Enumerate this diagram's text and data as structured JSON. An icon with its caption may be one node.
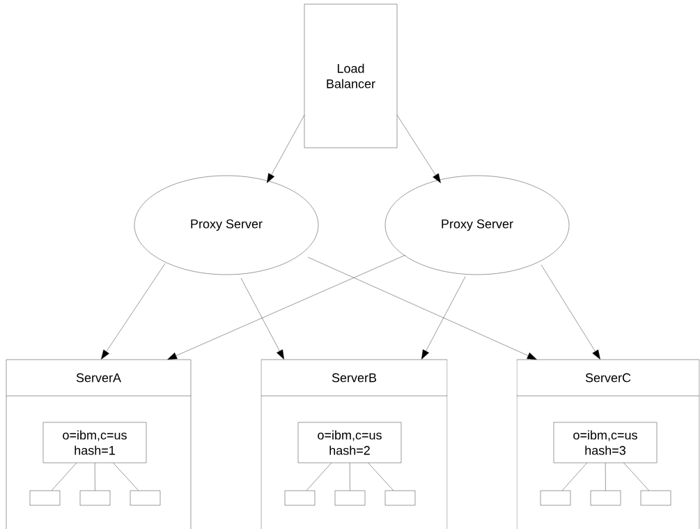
{
  "diagram": {
    "nodes": [
      {
        "text": [
          "Load Balancer"
        ]
      },
      {
        "text": [
          "Proxy Server"
        ]
      },
      {
        "text": [
          "Proxy Server"
        ]
      },
      {
        "text": [
          "ServerA"
        ]
      },
      {
        "text": [
          "o=ibm,c=us hash=1"
        ],
        "in": 3
      },
      {
        "text": [],
        "shape": "box",
        "in": 3
      },
      {
        "text": [],
        "shape": "box",
        "in": 3
      },
      {
        "text": [],
        "shape": "box",
        "in": 3
      },
      {
        "text": [
          "ServerB"
        ]
      },
      {
        "text": [
          "o=ibm,c=us hash=2"
        ],
        "in": 8
      },
      {
        "text": [],
        "shape": "box",
        "in": 8
      },
      {
        "text": [],
        "shape": "box",
        "in": 8
      },
      {
        "text": [],
        "shape": "box",
        "in": 8
      },
      {
        "text": [
          "ServerC"
        ]
      },
      {
        "text": [
          "o=ibm,c=us hash=3"
        ],
        "in": 13
      },
      {
        "text": [],
        "shape": "box",
        "in": 13
      },
      {
        "text": [],
        "shape": "box",
        "in": 13
      },
      {
        "text": [],
        "shape": "box",
        "in": 13
      }
    ],
    "edges": [
      {
        "from": 0,
        "to": 1,
        "arrow": "to"
      },
      {
        "from": 0,
        "to": 2,
        "arrow": "to"
      },
      {
        "from": 1,
        "to": 3,
        "arrow": "to"
      },
      {
        "from": 1,
        "to": 8,
        "arrow": "to"
      },
      {
        "from": 1,
        "to": 13,
        "arrow": "to"
      },
      {
        "from": 2,
        "to": 3,
        "arrow": "to"
      },
      {
        "from": 2,
        "to": 8,
        "arrow": "to"
      },
      {
        "from": 2,
        "to": 13,
        "arrow": "to"
      },
      {
        "from": 4,
        "to": 5,
        "arrow": "none"
      },
      {
        "from": 4,
        "to": 6,
        "arrow": "none"
      },
      {
        "from": 4,
        "to": 7,
        "arrow": "none"
      },
      {
        "from": 9,
        "to": 10,
        "arrow": "none"
      },
      {
        "from": 9,
        "to": 11,
        "arrow": "none"
      },
      {
        "from": 9,
        "to": 12,
        "arrow": "none"
      },
      {
        "from": 14,
        "to": 15,
        "arrow": "none"
      },
      {
        "from": 14,
        "to": 16,
        "arrow": "none"
      },
      {
        "from": 14,
        "to": 17,
        "arrow": "none"
      }
    ]
  }
}
